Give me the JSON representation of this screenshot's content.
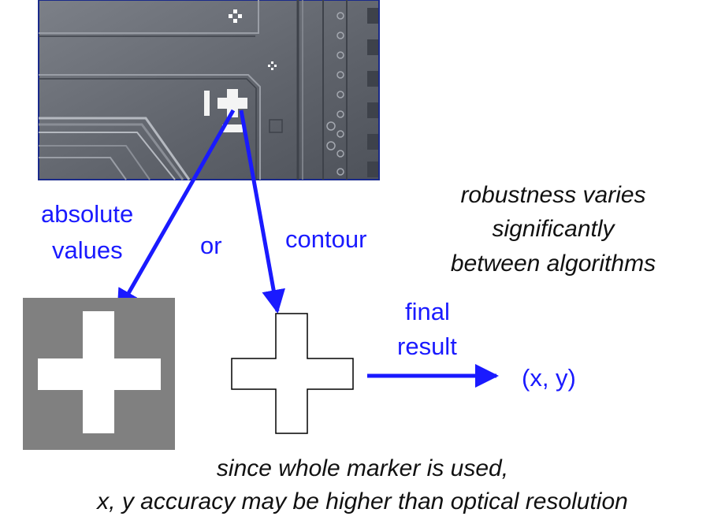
{
  "labels": {
    "absolute_line1": "absolute",
    "absolute_line2": "values",
    "or": "or",
    "contour": "contour",
    "final_line1": "final",
    "final_line2": "result",
    "xy": "(x, y)"
  },
  "notes": {
    "robust_line1": "robustness varies",
    "robust_line2": "significantly",
    "robust_line3": "between algorithms",
    "bottom_line1": "since whole marker is used,",
    "bottom_line2": "x, y accuracy may be higher than optical resolution"
  },
  "colors": {
    "arrow": "#1a1aff",
    "label_blue": "#1a1aff",
    "note_text": "#111111",
    "microscope_bg": "#6b6f78",
    "binary_bg": "#808080",
    "marker_fill": "#ffffff",
    "frame": "#1a2a8a"
  }
}
